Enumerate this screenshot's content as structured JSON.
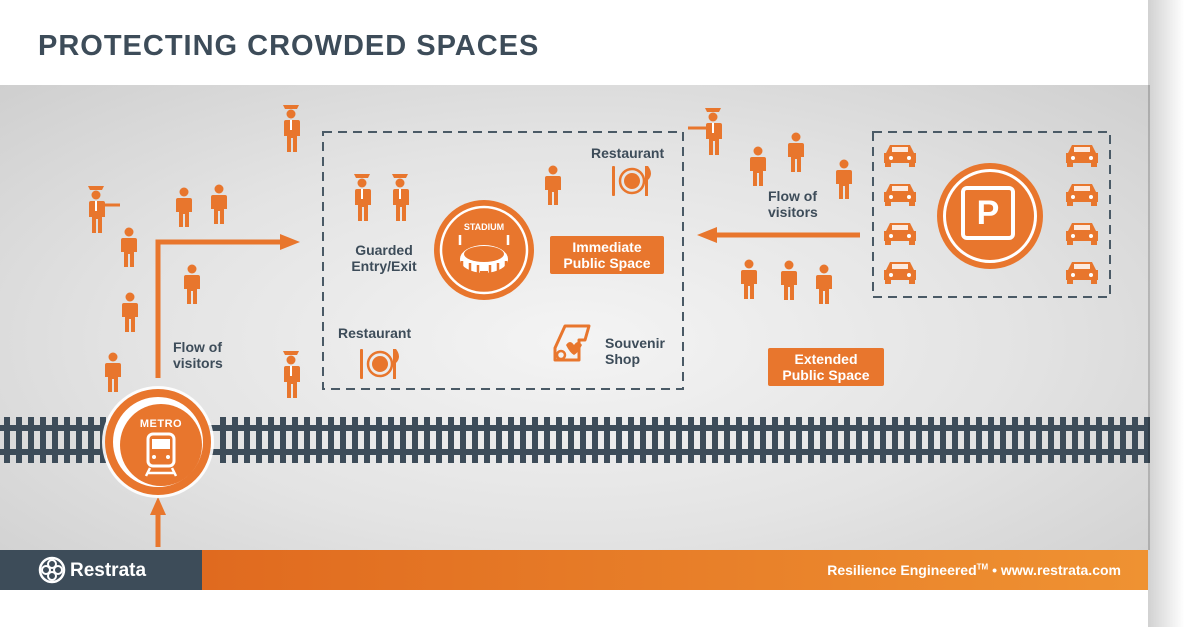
{
  "title": "PROTECTING CROWDED SPACES",
  "labels": {
    "flow_left": [
      "Flow of",
      "visitors"
    ],
    "flow_right": [
      "Flow of",
      "visitors"
    ],
    "guarded": [
      "Guarded",
      "Entry/Exit"
    ],
    "restaurant_top": "Restaurant",
    "restaurant_bottom": "Restaurant",
    "souvenir": [
      "Souvenir",
      "Shop"
    ],
    "stadium": "STADIUM",
    "metro": "METRO",
    "parking": "P"
  },
  "tags": {
    "immediate": [
      "Immediate",
      "Public Space"
    ],
    "extended": [
      "Extended",
      "Public Space"
    ]
  },
  "footer": {
    "brand": "Restrata",
    "tagline": "Resilience Engineered",
    "tm": "TM",
    "url": "www.restrata.com"
  },
  "colors": {
    "accent": "#e8762d",
    "dark": "#3d4c59",
    "dashed": "#4a5a66"
  },
  "icons": [
    "person-icon",
    "guard-icon",
    "car-icon",
    "stadium-icon",
    "metro-train-icon",
    "restaurant-icon",
    "souvenir-icon",
    "parking-icon",
    "restrata-logo-icon",
    "arrow-icon",
    "railway-track"
  ]
}
